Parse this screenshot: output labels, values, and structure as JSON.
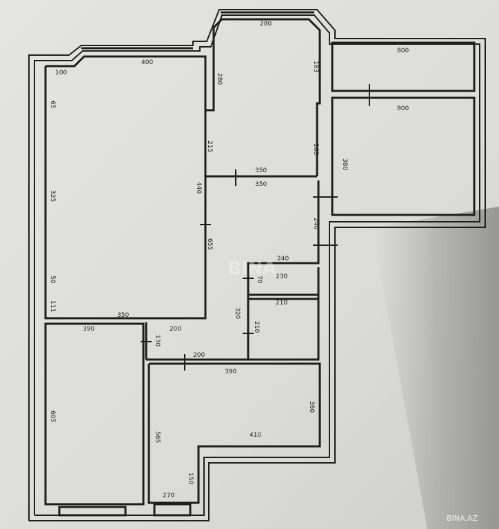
{
  "colors": {
    "paper": "#e9e9e6",
    "wall": "#1e1e1e",
    "shadow": "#9a9a98"
  },
  "dimensions": {
    "top_left_room": "400",
    "top_room": "280",
    "top_right_room": "800",
    "right_room_top": "800",
    "right_room_side": "380",
    "left_side_upper": "325",
    "left_side_lower": "111",
    "left_small_a": "100",
    "left_small_b": "65",
    "left_small_c": "50",
    "center_side": "280",
    "center_side_b": "215",
    "center_divider": "350",
    "center_divider_b": "350",
    "center_vertical": "440",
    "right_vertical": "183",
    "right_vertical_b": "163",
    "hall_width": "240",
    "hall_left": "655",
    "bath_a": "230",
    "bath_side": "70",
    "bath_b": "210",
    "bath_c": "210",
    "bath_side_b": "320",
    "left_bottom_top": "350",
    "hall_bottom": "390",
    "hall_mid": "200",
    "hall_side": "130",
    "bottom_room_top": "390",
    "bottom_room_side": "360",
    "bottom_room_inner": "410",
    "bottom_room_left": "565",
    "bottom_left_room_side": "605",
    "bottom_stub": "150",
    "bottom_stub_b": "270"
  },
  "watermark": "BINA",
  "watermark_site": "BINA.AZ"
}
